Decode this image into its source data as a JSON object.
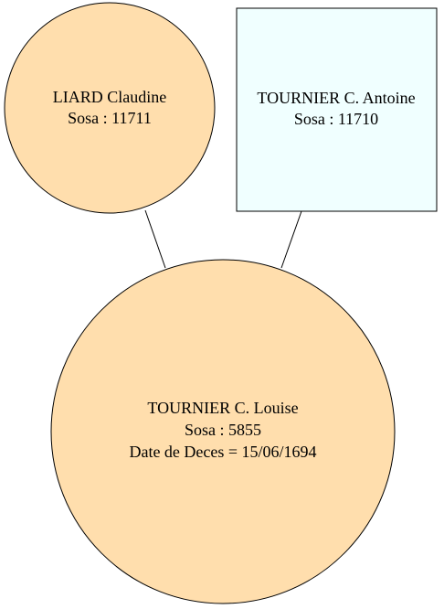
{
  "colors": {
    "female_fill": "#FFDEAD",
    "male_fill": "#F0FFFF",
    "stroke": "#000000"
  },
  "nodes": {
    "mother": {
      "shape": "circle",
      "name": "LIARD Claudine",
      "sosa": "Sosa : 11711"
    },
    "father": {
      "shape": "box",
      "name": "TOURNIER C. Antoine",
      "sosa": "Sosa : 11710"
    },
    "child": {
      "shape": "circle",
      "name": "TOURNIER C. Louise",
      "sosa": "Sosa : 5855",
      "death": "Date de Deces = 15/06/1694"
    }
  }
}
